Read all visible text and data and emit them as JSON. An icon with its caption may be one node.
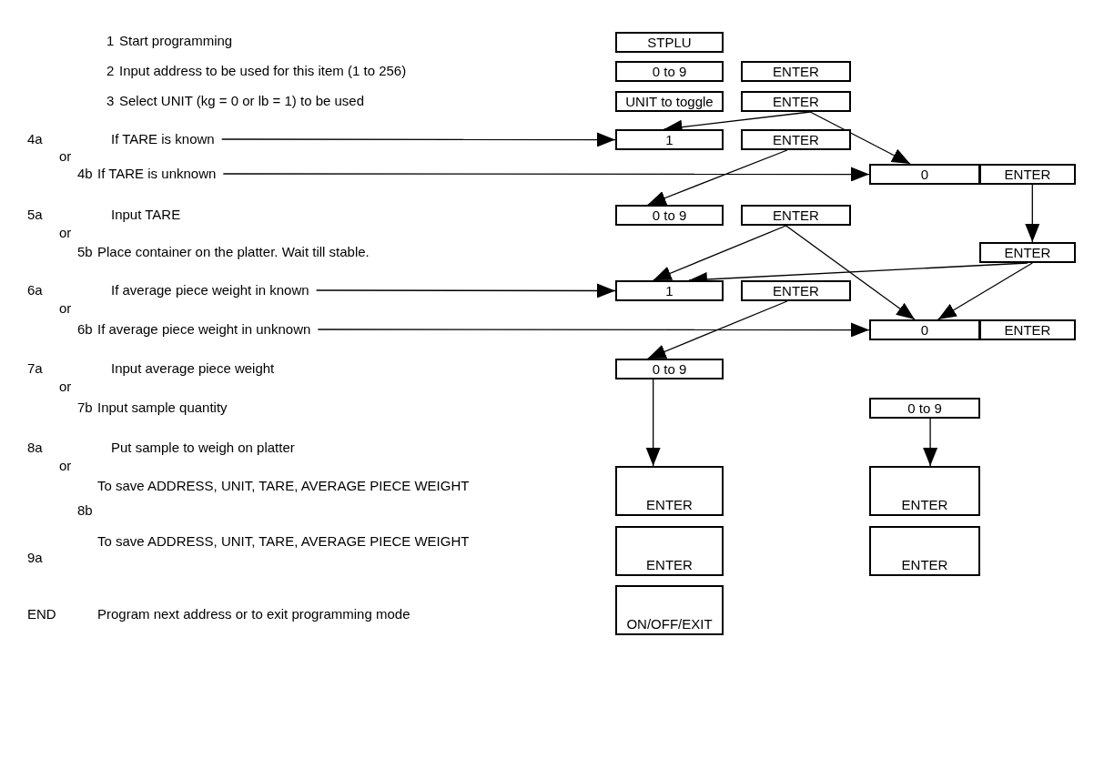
{
  "diagram": {
    "nodes": [
      {
        "text": [
          "STPLU"
        ]
      },
      {
        "text": [
          "0 to 9"
        ]
      },
      {
        "text": [
          "ENTER"
        ]
      },
      {
        "text": [
          "UNIT to toggle"
        ]
      },
      {
        "text": [
          "ENTER"
        ]
      },
      {
        "text": [
          "If TARE is known"
        ]
      },
      {
        "text": [
          "1"
        ]
      },
      {
        "text": [
          "ENTER"
        ]
      },
      {
        "text": [
          "If TARE is unknown"
        ]
      },
      {
        "text": [
          "0"
        ]
      },
      {
        "text": [
          "ENTER"
        ]
      },
      {
        "text": [
          "0 to 9"
        ]
      },
      {
        "text": [
          "ENTER"
        ]
      },
      {
        "text": [
          "ENTER"
        ]
      },
      {
        "text": [
          "If average piece weight in known"
        ]
      },
      {
        "text": [
          "1"
        ]
      },
      {
        "text": [
          "ENTER"
        ]
      },
      {
        "text": [
          "If average piece weight in unknown"
        ]
      },
      {
        "text": [
          "0"
        ]
      },
      {
        "text": [
          "ENTER"
        ]
      },
      {
        "text": [
          "0 to 9"
        ]
      },
      {
        "text": [
          "0 to 9"
        ]
      },
      {
        "text": [
          "ENTER"
        ]
      },
      {
        "text": [
          "ENTER"
        ]
      },
      {
        "text": [
          "ENTER"
        ]
      },
      {
        "text": [
          "ENTER"
        ]
      },
      {
        "text": [
          "ON/OFF/EXIT"
        ]
      }
    ],
    "edges": [
      {
        "from": 5,
        "to": 6,
        "arrow": "to"
      },
      {
        "from": 4,
        "to": 6,
        "arrow": "to"
      },
      {
        "from": 4,
        "to": 9,
        "arrow": "to"
      },
      {
        "from": 8,
        "to": 9,
        "arrow": "to"
      },
      {
        "from": 7,
        "to": 11,
        "arrow": "to"
      },
      {
        "from": 10,
        "to": 13,
        "arrow": "to"
      },
      {
        "from": 12,
        "to": 15,
        "arrow": "to"
      },
      {
        "from": 12,
        "to": 18,
        "arrow": "to"
      },
      {
        "from": 13,
        "to": 15,
        "arrow": "to"
      },
      {
        "from": 13,
        "to": 18,
        "arrow": "to"
      },
      {
        "from": 14,
        "to": 15,
        "arrow": "to"
      },
      {
        "from": 17,
        "to": 18,
        "arrow": "to"
      },
      {
        "from": 16,
        "to": 20,
        "arrow": "to"
      },
      {
        "from": 20,
        "to": 22,
        "arrow": "to"
      },
      {
        "from": 21,
        "to": 23,
        "arrow": "to"
      }
    ],
    "labels": [
      "1",
      "Start programming",
      "2",
      "Input address to be used for this item (1 to 256)",
      "3",
      "Select UNIT (kg = 0 or lb = 1) to be used",
      "4a",
      "or",
      "4b",
      "5a",
      "Input TARE",
      "or",
      "5b",
      "Place container on the platter. Wait till stable.",
      "6a",
      "or",
      "6b",
      "7a",
      "Input average piece weight",
      "or",
      "7b",
      "Input sample quantity",
      "8a",
      "Put sample to weigh on platter",
      "or",
      "8b",
      "To save ADDRESS, UNIT, TARE, AVERAGE PIECE WEIGHT",
      "9a",
      "To save ADDRESS, UNIT, TARE, AVERAGE PIECE WEIGHT",
      "END",
      "Program next address or to exit programming mode"
    ]
  }
}
